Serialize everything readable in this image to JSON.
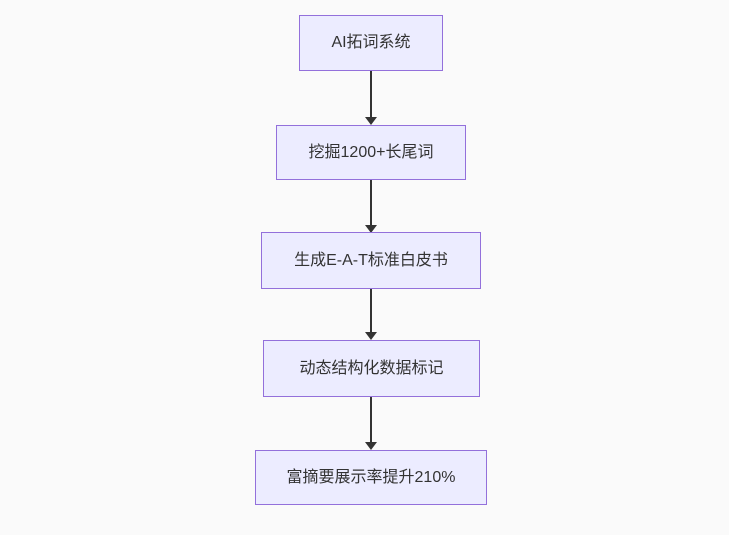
{
  "diagram": {
    "type": "flowchart",
    "direction": "top-down",
    "colors": {
      "background": "#fafafa",
      "node_fill": "#ececff",
      "node_border": "#9370db",
      "edge": "#333333",
      "text": "#333333"
    },
    "nodes": [
      {
        "id": "A",
        "label": "AI拓词系统"
      },
      {
        "id": "B",
        "label": "挖掘1200+长尾词"
      },
      {
        "id": "C",
        "label": "生成E-A-T标准白皮书"
      },
      {
        "id": "D",
        "label": "动态结构化数据标记"
      },
      {
        "id": "E",
        "label": "富摘要展示率提升210%"
      }
    ],
    "edges": [
      {
        "from": "A",
        "to": "B"
      },
      {
        "from": "B",
        "to": "C"
      },
      {
        "from": "C",
        "to": "D"
      },
      {
        "from": "D",
        "to": "E"
      }
    ]
  }
}
